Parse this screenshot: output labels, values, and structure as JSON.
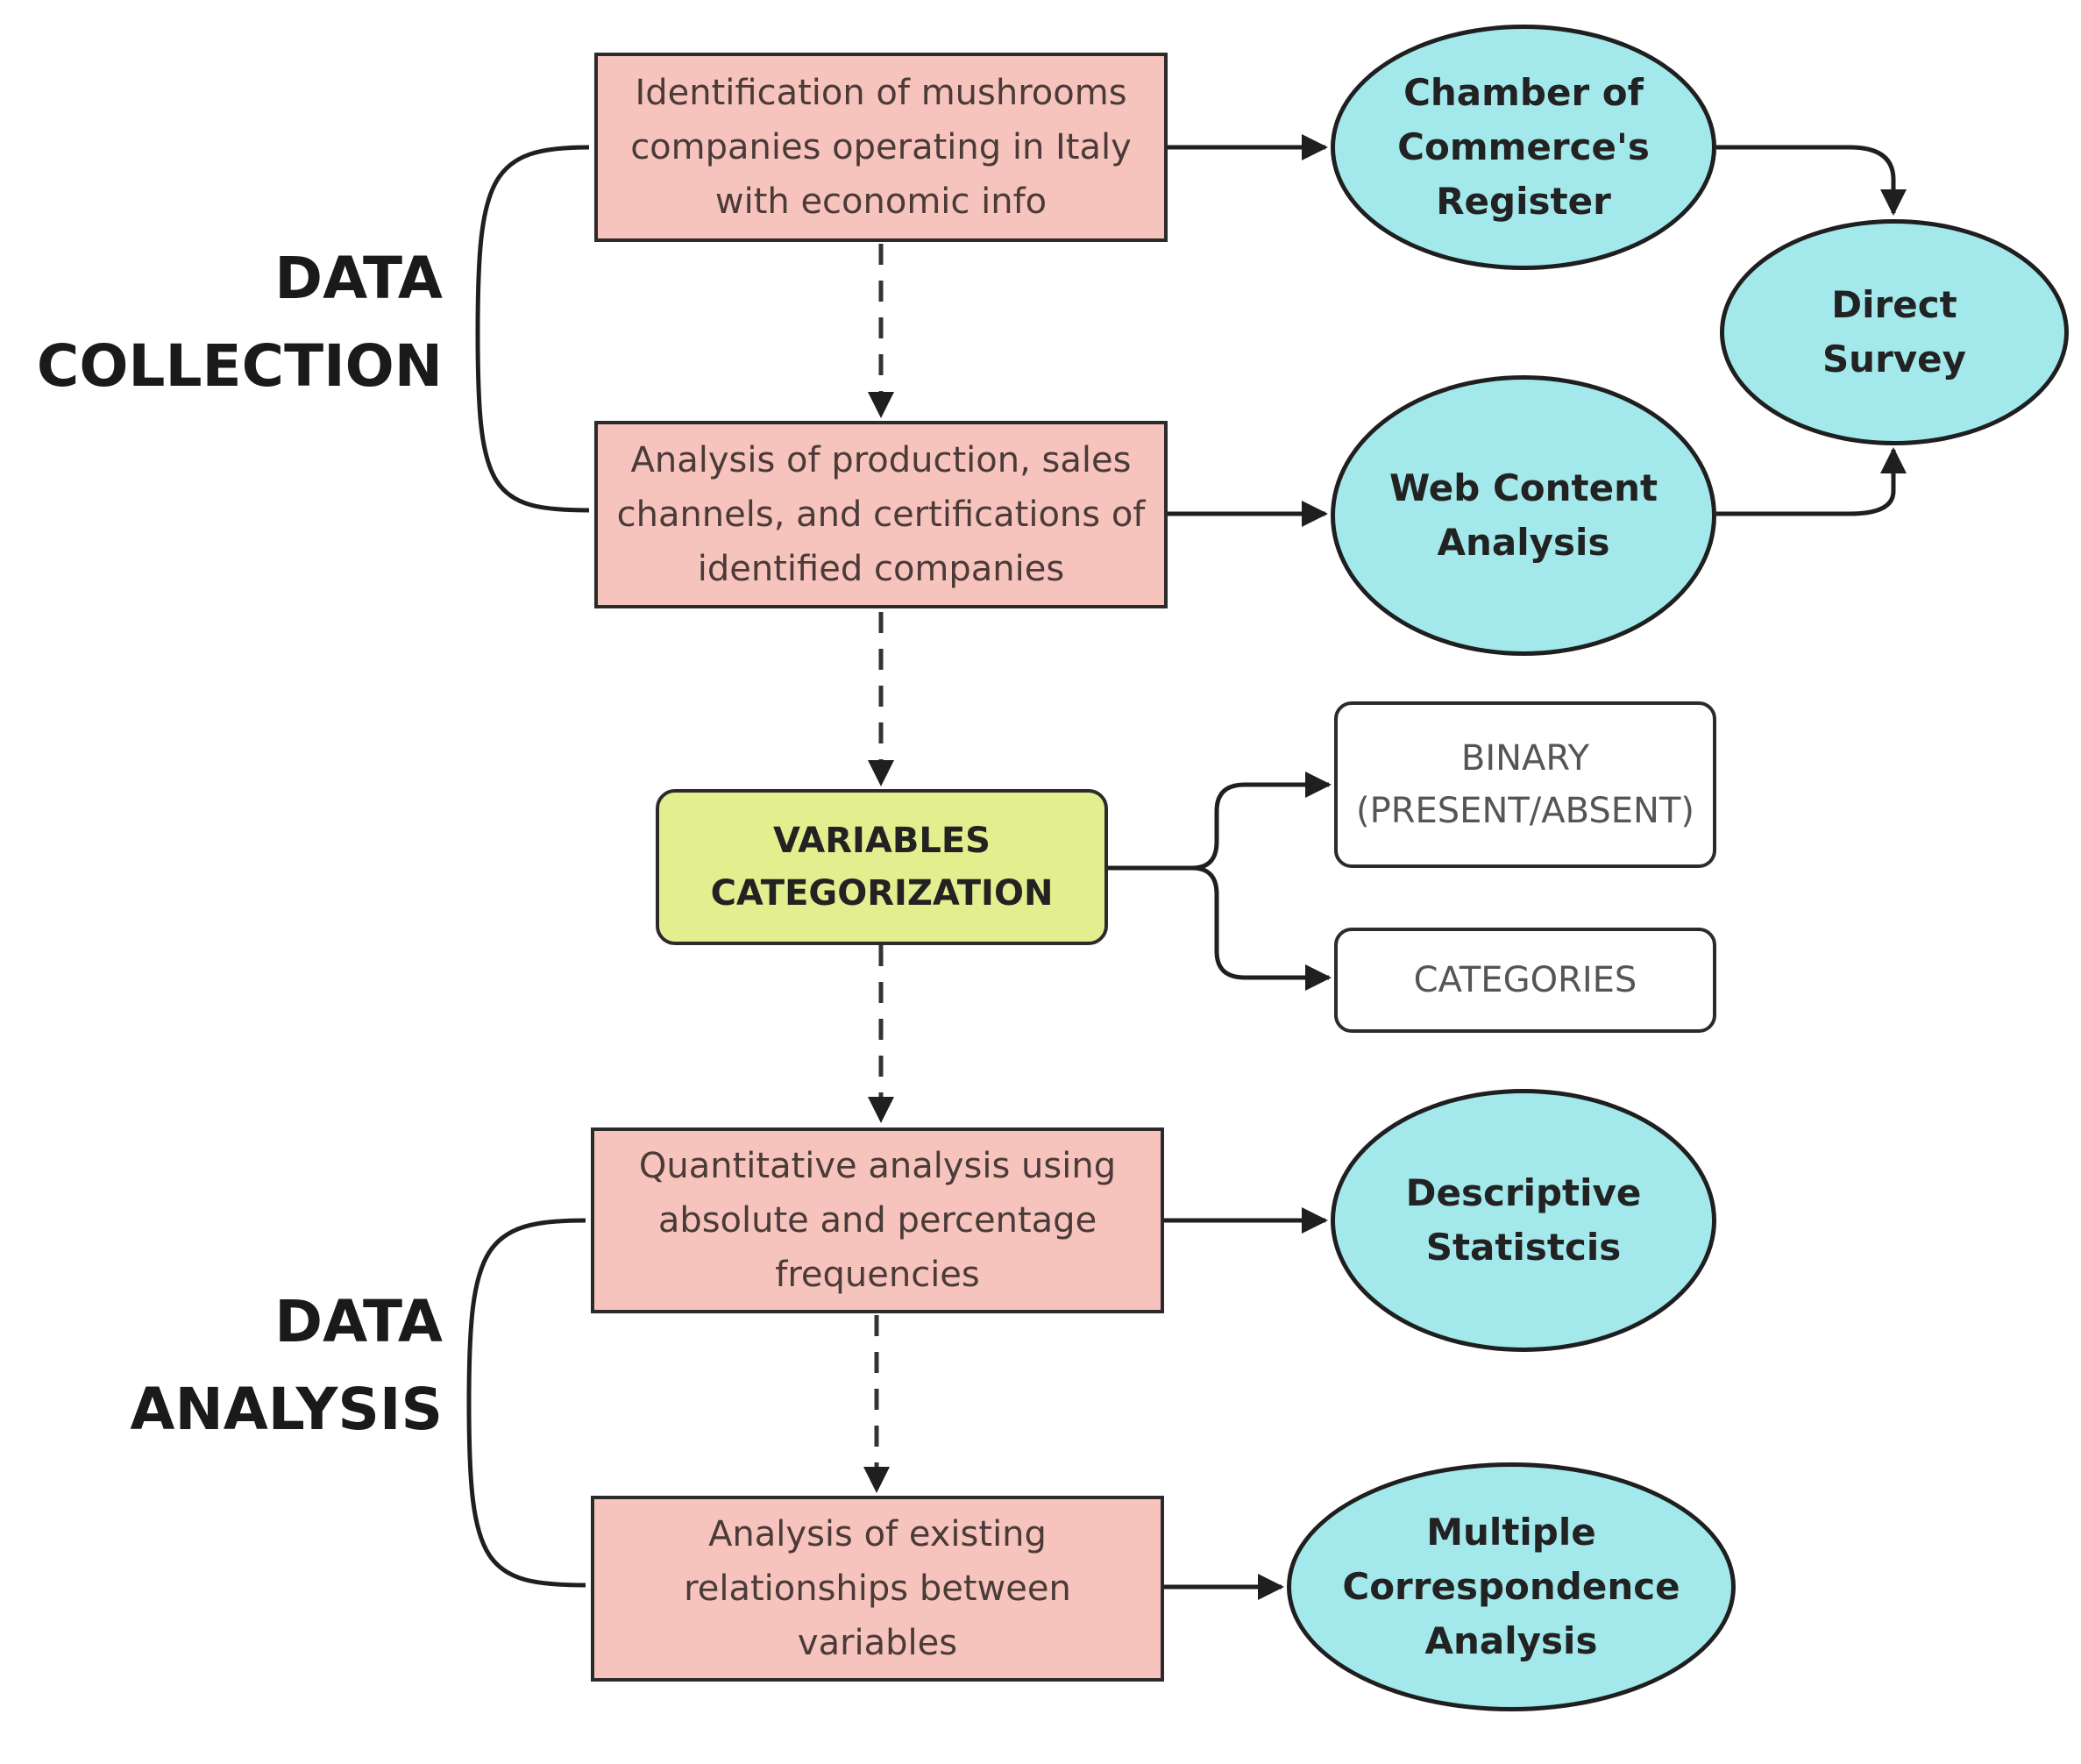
{
  "phases": {
    "data_collection": [
      "DATA",
      "COLLECTION"
    ],
    "data_analysis": [
      "DATA",
      "ANALYSIS"
    ]
  },
  "steps": {
    "identification": [
      "Identification of mushrooms",
      "companies operating in Italy",
      "with economic info"
    ],
    "production": [
      "Analysis of production, sales",
      "channels, and certifications of",
      "identified companies"
    ],
    "quantitative": [
      "Quantitative analysis using",
      "absolute and percentage",
      "frequencies"
    ],
    "relationships": [
      "Analysis of existing",
      "relationships between",
      "variables"
    ]
  },
  "methods": {
    "chamber": [
      "Chamber of",
      "Commerce's",
      "Register"
    ],
    "direct_survey": [
      "Direct",
      "Survey"
    ],
    "web_content": [
      "Web Content",
      "Analysis"
    ],
    "descriptive": [
      "Descriptive",
      "Statistcis"
    ],
    "mca": [
      "Multiple",
      "Correspondence",
      "Analysis"
    ]
  },
  "variables": {
    "categorization": [
      "VARIABLES",
      "CATEGORIZATION"
    ],
    "binary": [
      "BINARY",
      "(PRESENT/ABSENT)"
    ],
    "categories": [
      "CATEGORIES"
    ]
  },
  "colors": {
    "step_fill": "#f6c4bd",
    "method_fill": "#a3e9ec",
    "categorization_fill": "#e3ee8f",
    "type_fill": "#ffffff",
    "outline": "#2b2b2b"
  }
}
